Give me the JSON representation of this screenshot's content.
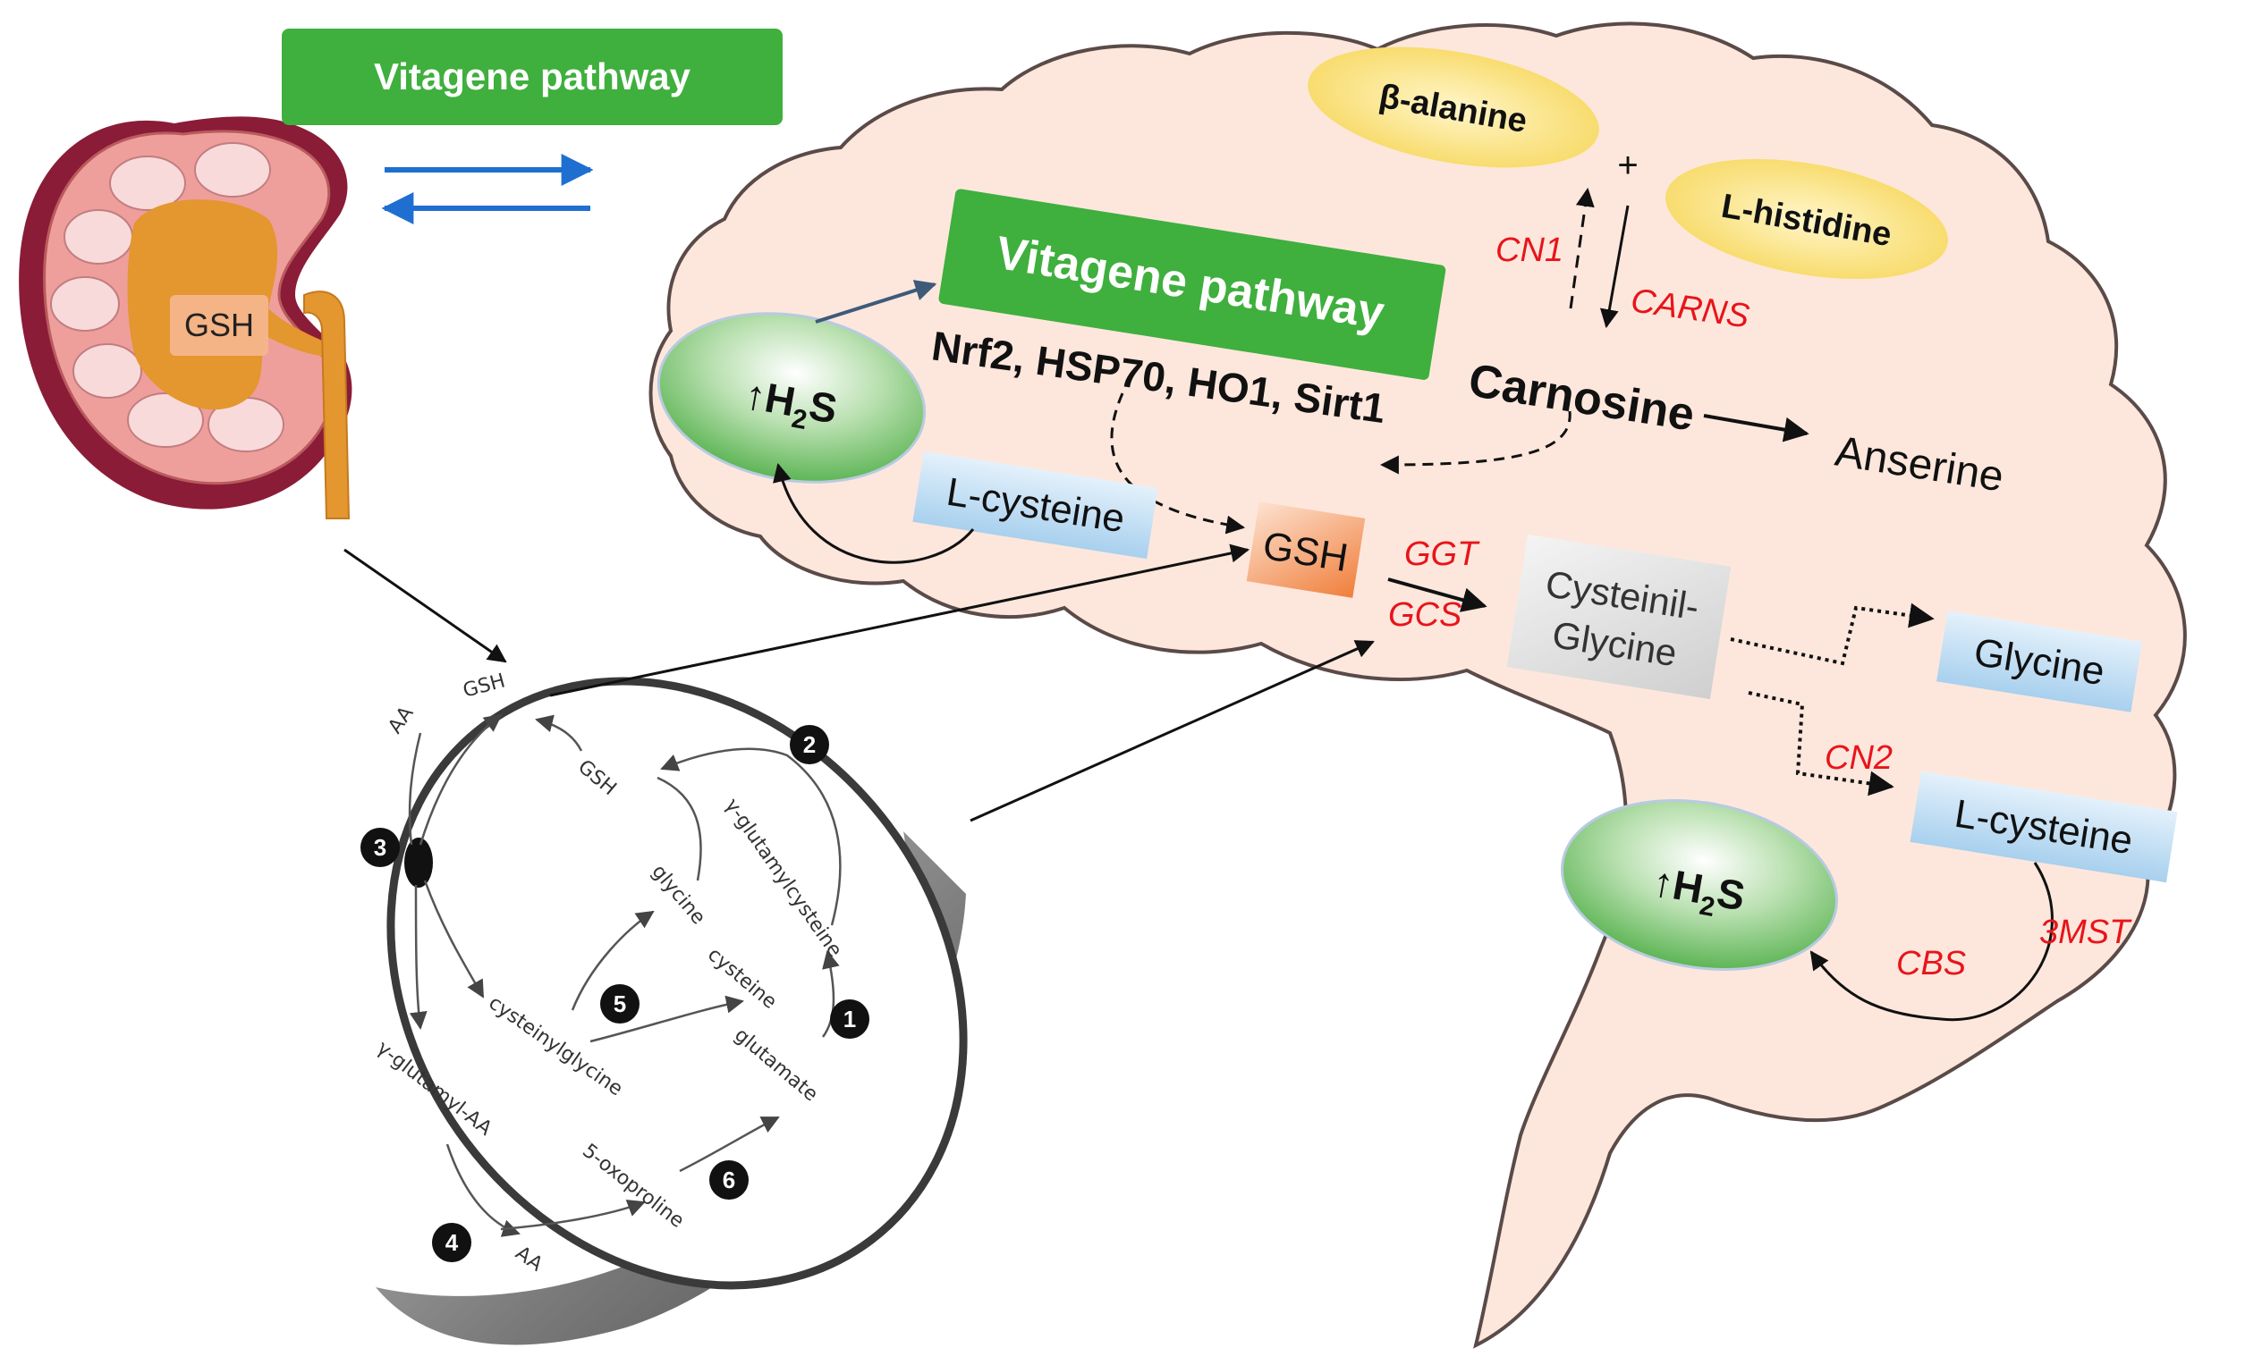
{
  "kidney": {
    "gsh_label": "GSH"
  },
  "top_banner": {
    "label": "Vitagene pathway"
  },
  "brain": {
    "vitagene_banner": "Vitagene pathway",
    "nrf2_text": "Nrf2, HSP70, HO1, Sirt1",
    "beta_alanine": "β-alanine",
    "l_histidine": "L-histidine",
    "plus": "+",
    "cn1": "CN1",
    "carns": "CARNS",
    "carnosine": "Carnosine",
    "anserine": "Anserine",
    "h2s_upper": "↑H",
    "h2s_sub": "2",
    "h2s_tail": "S",
    "l_cysteine_left": "L-cysteine",
    "gsh": "GSH",
    "ggt": "GGT",
    "gcs": "GCS",
    "cysteinil_line1": "Cysteinil-",
    "cysteinil_line2": "Glycine",
    "glycine": "Glycine",
    "cn2": "CN2",
    "l_cysteine_right": "L-cysteine",
    "cbs": "CBS",
    "mst": "3MST"
  },
  "cell": {
    "gsh_out": "GSH",
    "aa_top": "AA",
    "gsh_in": "GSH",
    "gamma_glutamylcysteine": "γ-glutamylcysteine",
    "glycine": "glycine",
    "cysteine": "cysteine",
    "glutamate": "glutamate",
    "cysteinylglycine": "cysteinylglycine",
    "gamma_glutamyl_aa": "γ-glutamyl-AA",
    "oxoproline": "5-oxoproline",
    "aa_bottom": "AA",
    "steps": [
      "1",
      "2",
      "3",
      "4",
      "5",
      "6"
    ]
  }
}
